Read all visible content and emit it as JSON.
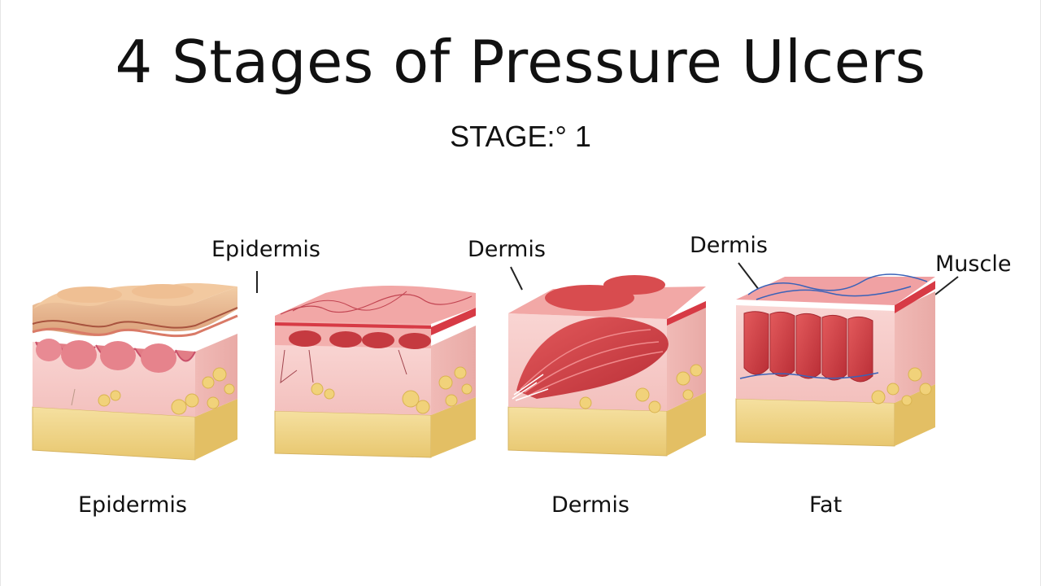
{
  "title": "4 Stages of Pressure Ulcers",
  "subtitle": "STAGE:° 1",
  "top_labels": {
    "epidermis": "Epidermis",
    "dermis_a": "Dermis",
    "dermis_b": "Dermis",
    "muscle": "Muscle"
  },
  "bottom_labels": {
    "left": "Epidermis",
    "middle": "Dermis",
    "right": "Fat"
  },
  "colors": {
    "skin_pink": "#f6c9c6",
    "dermis_red": "#d9454b",
    "fat_yellow": "#f2d98f",
    "epidermis_tan": "#e9b98f"
  }
}
